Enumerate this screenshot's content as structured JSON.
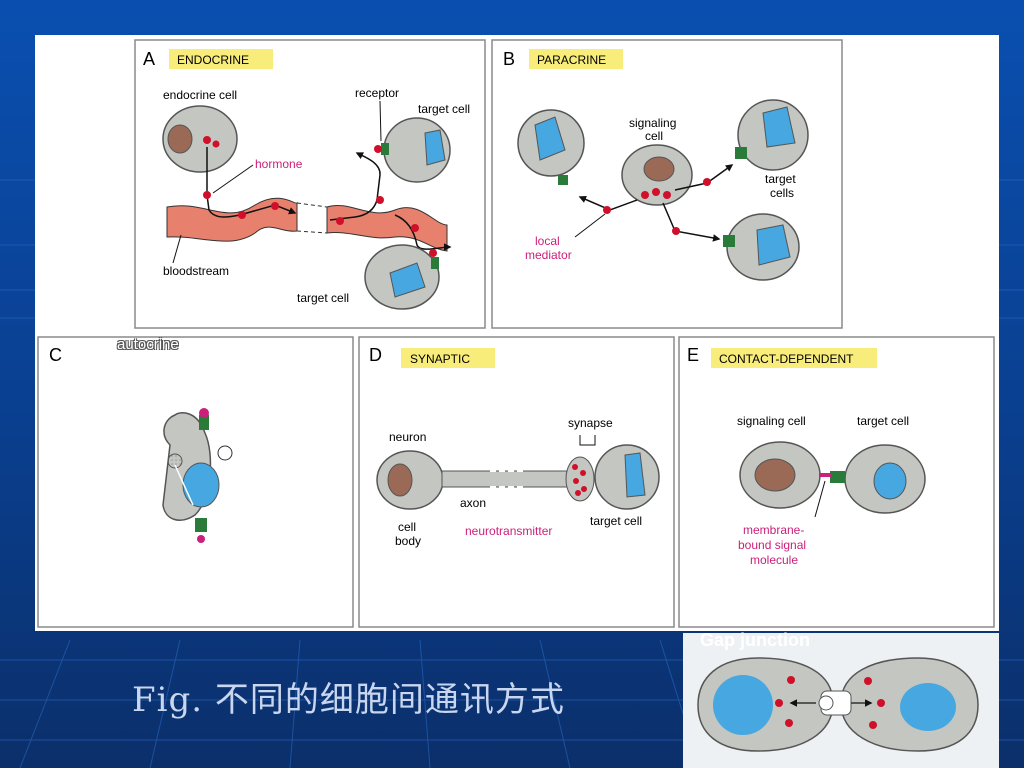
{
  "caption": "Fig. 不同的细胞间通讯方式",
  "gap_junction_title": "Gap junction",
  "autocrine_label": "autocrine",
  "panels": {
    "A": {
      "letter": "A",
      "title": "ENDOCRINE",
      "endocrine_cell": "endocrine cell",
      "receptor": "receptor",
      "target_cell_top": "target cell",
      "hormone": "hormone",
      "bloodstream": "bloodstream",
      "target_cell_bottom": "target cell"
    },
    "B": {
      "letter": "B",
      "title": "PARACRINE",
      "signaling_cell_1": "signaling",
      "signaling_cell_2": "cell",
      "target_cells_1": "target",
      "target_cells_2": "cells",
      "local_mediator_1": "local",
      "local_mediator_2": "mediator"
    },
    "C": {
      "letter": "C"
    },
    "D": {
      "letter": "D",
      "title": "SYNAPTIC",
      "neuron": "neuron",
      "synapse": "synapse",
      "axon": "axon",
      "cell_body_1": "cell",
      "cell_body_2": "body",
      "neurotransmitter": "neurotransmitter",
      "target_cell": "target cell"
    },
    "E": {
      "letter": "E",
      "title": "CONTACT-DEPENDENT",
      "signaling_cell": "signaling cell",
      "target_cell": "target cell",
      "membrane_1": "membrane-",
      "membrane_2": "bound signal",
      "membrane_3": "molecule"
    }
  },
  "colors": {
    "cell_fill": "#c3c6c1",
    "nucleus_brown": "#9a6a56",
    "nucleus_blue": "#47a7e0",
    "red_molecule": "#d0102a",
    "receptor_green": "#2a7a3a",
    "blood": "#e8806e",
    "title_highlight": "#f8ec7a",
    "magenta_text": "#cc1f7a"
  }
}
